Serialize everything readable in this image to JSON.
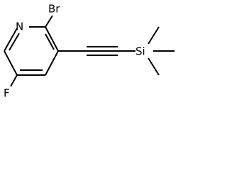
{
  "structure": {
    "atoms": {
      "nitrogen": "N",
      "bromine": "Br",
      "fluorine": "F",
      "silicon": "Si"
    },
    "bond_color": "#000000",
    "background": "#ffffff"
  }
}
